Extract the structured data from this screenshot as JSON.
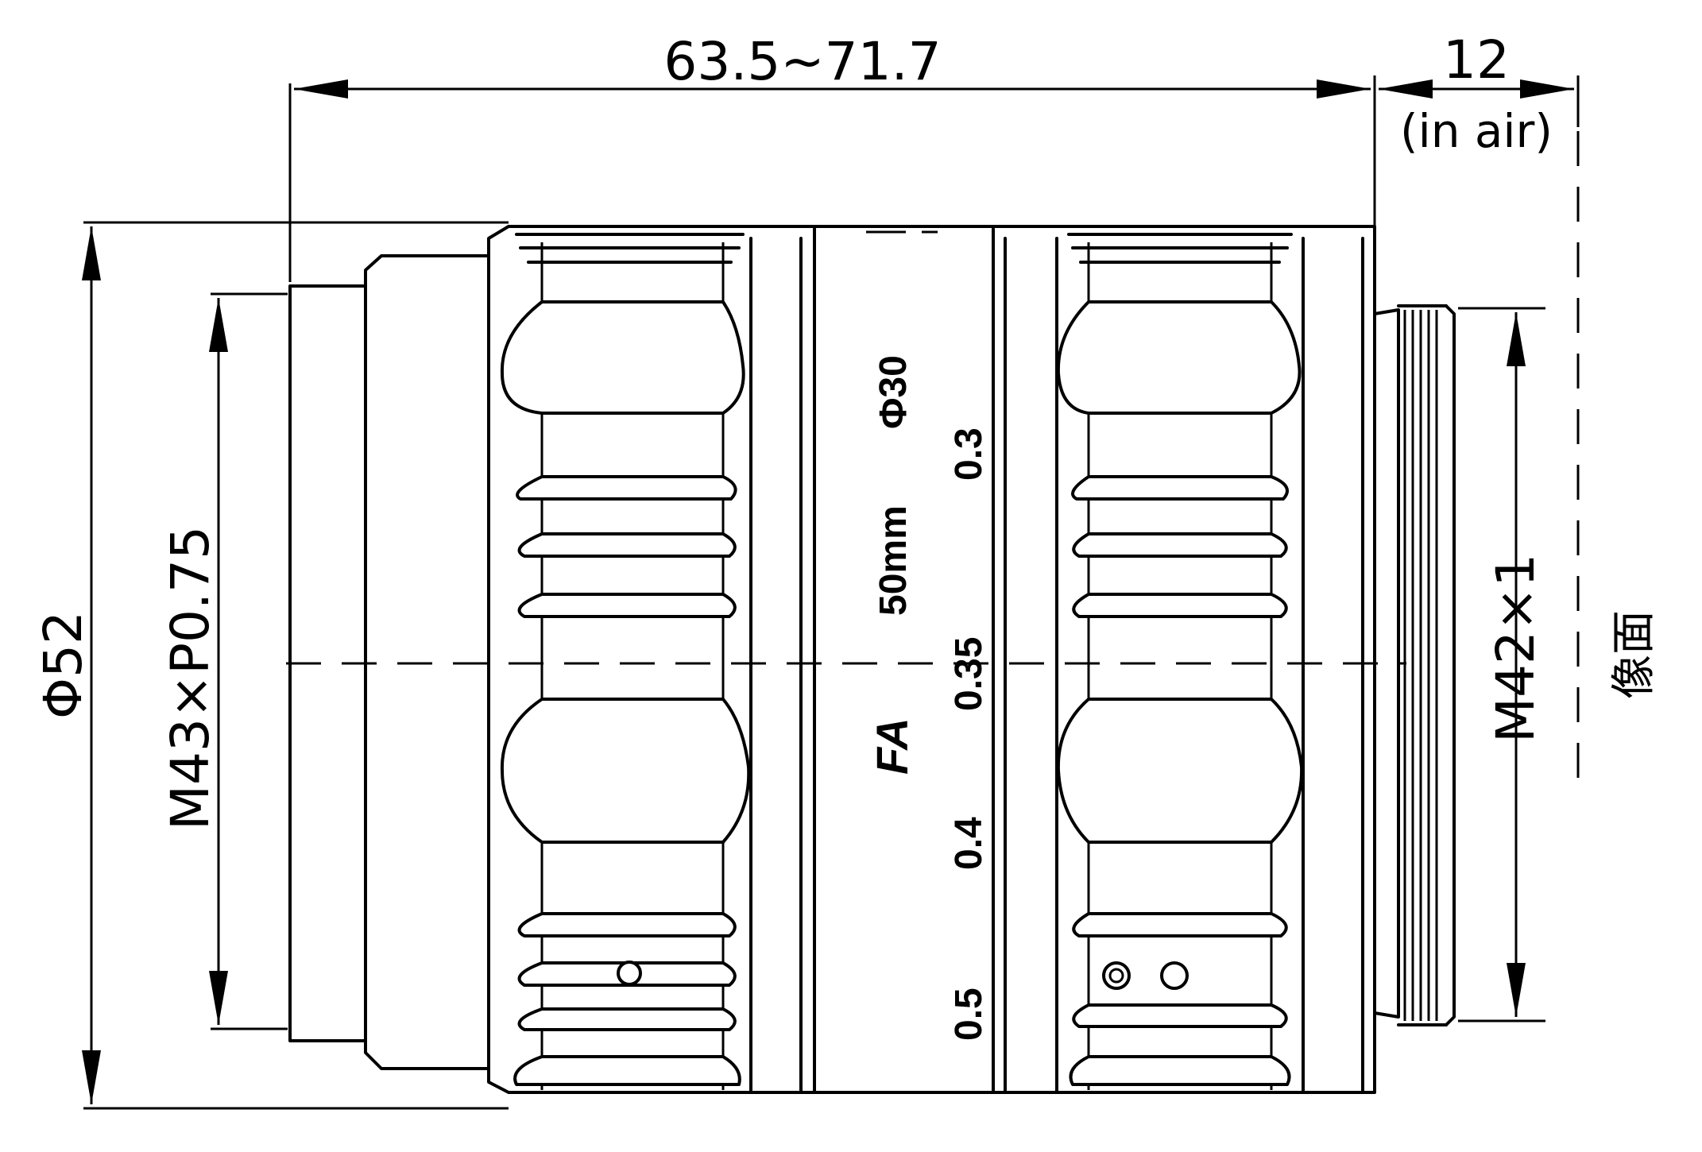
{
  "dimensions": {
    "total_length": "63.5~71.7",
    "flange_distance": "12",
    "flange_note": "(in air)",
    "outer_diameter": "Φ52",
    "front_thread": "M43×P0.75",
    "mount_thread": "M42×1"
  },
  "lens_markings": {
    "series": "FA",
    "focal_length": "50mm",
    "filter": "Φ30",
    "distance_scale": [
      "0.3",
      "0.35",
      "0.4",
      "0.5"
    ]
  },
  "image_plane_label": "像面"
}
